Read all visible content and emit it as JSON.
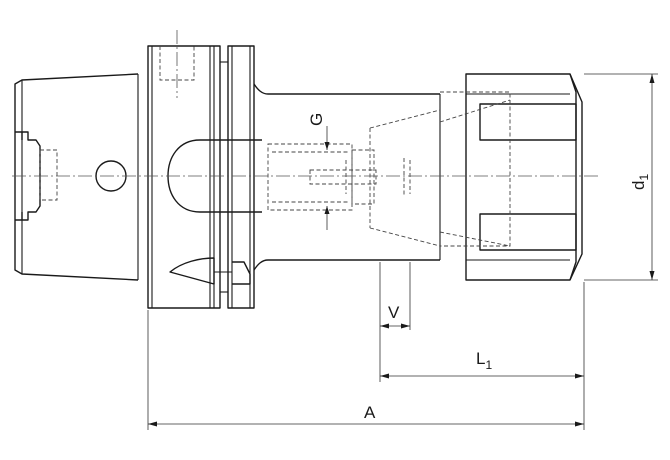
{
  "drawing": {
    "title": "",
    "labels": {
      "G": "G",
      "V": "V",
      "L1_main": "L",
      "L1_sub": "1",
      "A": "A",
      "d1_main": "d",
      "d1_sub": "1"
    }
  }
}
